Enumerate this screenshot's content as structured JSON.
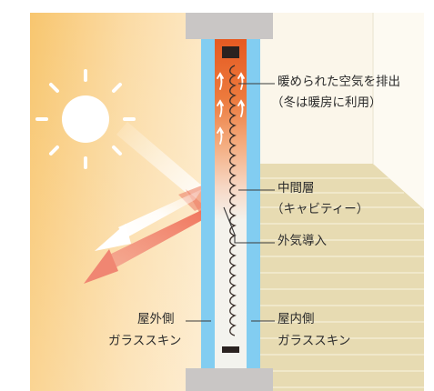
{
  "diagram": {
    "labels": {
      "exhaust_line1": "暖められた空気を排出",
      "exhaust_line2": "（冬は暖房に利用）",
      "cavity_line1": "中間層",
      "cavity_line2": "（キャビティー）",
      "intake": "外気導入",
      "outer_line1": "屋外側",
      "outer_line2": "ガラススキン",
      "inner_line1": "屋内側",
      "inner_line2": "ガラススキン"
    },
    "colors": {
      "sky_light": "#fde8c4",
      "sky_warm": "#f8c66f",
      "glass_skin": "#7fcaf0",
      "cavity_hot": "#e8612a",
      "cavity_cool": "#f4f4ef",
      "slab": "#c9c6c5",
      "wood": "#e6d9ae",
      "sun": "#ffffff",
      "line": "#3a3a3a"
    }
  }
}
